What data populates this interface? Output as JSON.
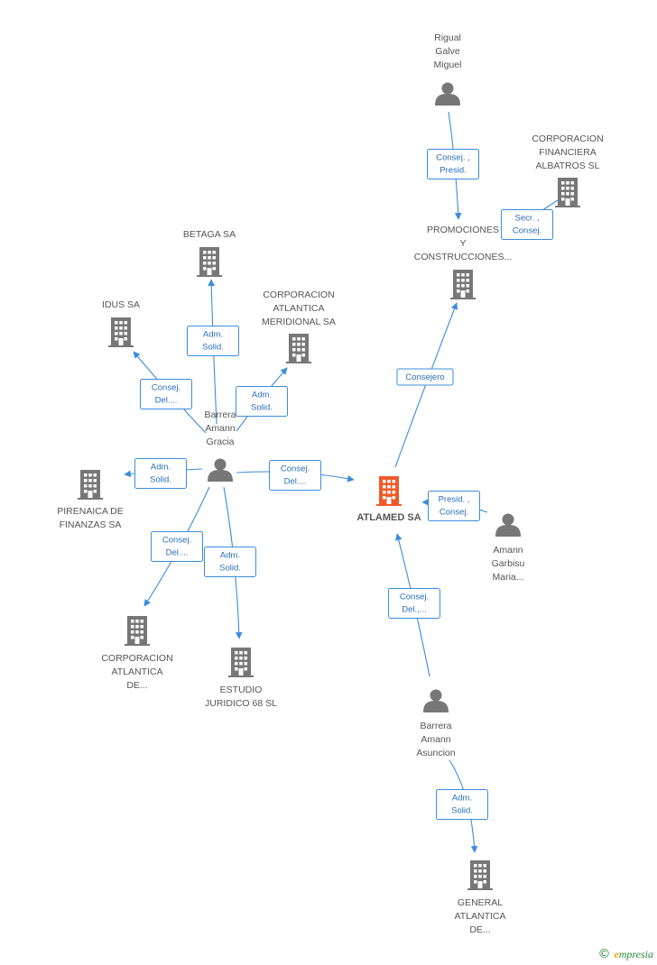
{
  "colors": {
    "edge": "#3c8ddb",
    "node_default": "#777777",
    "node_main": "#f05a28"
  },
  "nodes": [
    {
      "id": "rigual",
      "kind": "person",
      "lines": [
        "Rigual",
        "Galve",
        "Miguel"
      ]
    },
    {
      "id": "corp_fin",
      "kind": "company",
      "lines": [
        "CORPORACION",
        "FINANCIERA",
        "ALBATROS  SL"
      ]
    },
    {
      "id": "promociones",
      "kind": "company",
      "lines": [
        "PROMOCIONES",
        "Y",
        "CONSTRUCCIONES..."
      ]
    },
    {
      "id": "betaga",
      "kind": "company",
      "lines": [
        "BETAGA SA"
      ]
    },
    {
      "id": "idus",
      "kind": "company",
      "lines": [
        "IDUS SA"
      ]
    },
    {
      "id": "corp_merid",
      "kind": "company",
      "lines": [
        "CORPORACION",
        "ATLANTICA",
        "MERIDIONAL SA"
      ]
    },
    {
      "id": "barrera_gracia",
      "kind": "person",
      "lines": [
        "Barrera",
        "Amann",
        "Gracia"
      ]
    },
    {
      "id": "pirenaica",
      "kind": "company",
      "lines": [
        "PIRENAICA DE",
        "FINANZAS SA"
      ]
    },
    {
      "id": "atlamed",
      "kind": "company",
      "main": true,
      "lines": [
        "ATLAMED SA"
      ]
    },
    {
      "id": "amann_maria",
      "kind": "person",
      "lines": [
        "Amann",
        "Garbisu",
        "Maria..."
      ]
    },
    {
      "id": "corp_atl_de",
      "kind": "company",
      "lines": [
        "CORPORACION",
        "ATLANTICA",
        "DE..."
      ]
    },
    {
      "id": "estudio",
      "kind": "company",
      "lines": [
        "ESTUDIO",
        "JURIDICO 68 SL"
      ]
    },
    {
      "id": "barrera_asuncion",
      "kind": "person",
      "lines": [
        "Barrera",
        "Amann",
        "Asuncion"
      ]
    },
    {
      "id": "general",
      "kind": "company",
      "lines": [
        "GENERAL",
        "ATLANTICA",
        "DE..."
      ]
    }
  ],
  "edges": [
    {
      "id": "rigual_promo",
      "label": [
        "Consej. ,",
        "Presid."
      ]
    },
    {
      "id": "corpfin_promo",
      "label": [
        "Secr. ,",
        "Consej."
      ]
    },
    {
      "id": "atlamed_promo",
      "label": [
        "Consejero"
      ]
    },
    {
      "id": "gracia_betaga",
      "label": [
        "Adm.",
        "Solid."
      ]
    },
    {
      "id": "gracia_idus",
      "label": [
        "Consej.",
        "Del...."
      ]
    },
    {
      "id": "gracia_merid",
      "label": [
        "Adm.",
        "Solid."
      ]
    },
    {
      "id": "gracia_pirenaica",
      "label": [
        "Adm.",
        "Solid."
      ]
    },
    {
      "id": "gracia_atlamed",
      "label": [
        "Consej.",
        "Del...."
      ]
    },
    {
      "id": "maria_atlamed",
      "label": [
        "Presid. ,",
        "Consej."
      ]
    },
    {
      "id": "gracia_corpde",
      "label": [
        "Consej.",
        "Del...."
      ]
    },
    {
      "id": "gracia_estudio",
      "label": [
        "Adm.",
        "Solid."
      ]
    },
    {
      "id": "asuncion_atlamed",
      "label": [
        "Consej.",
        "Del.,..."
      ]
    },
    {
      "id": "asuncion_general",
      "label": [
        "Adm.",
        "Solid."
      ]
    }
  ],
  "footer": {
    "copyright": "©",
    "brand_initial": "e",
    "brand_rest": "mpresia"
  }
}
